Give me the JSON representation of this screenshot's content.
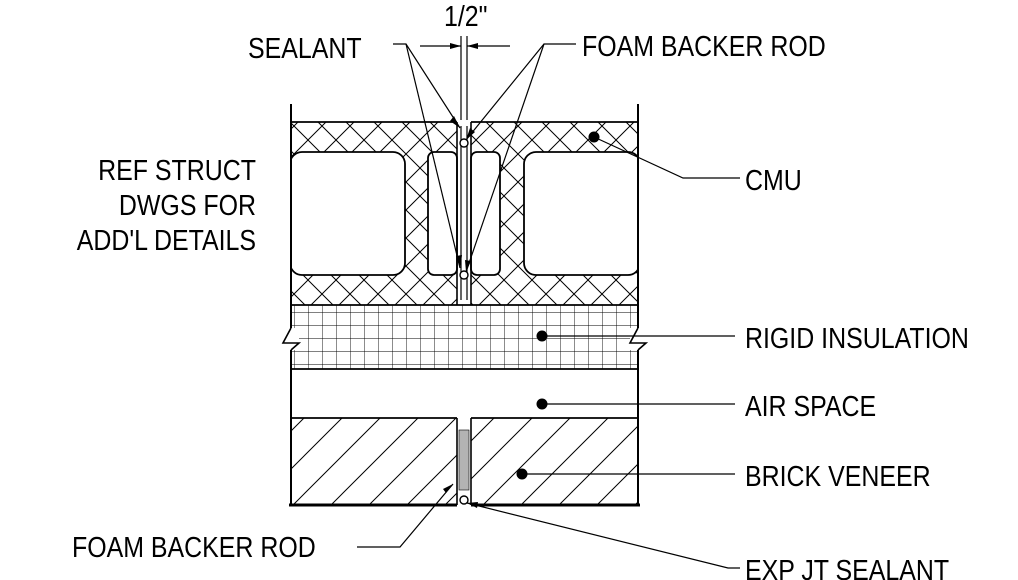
{
  "dimension": "1/2\"",
  "labels": {
    "sealant": "SEALANT",
    "foam_backer_rod_top": "FOAM BACKER ROD",
    "cmu": "CMU",
    "ref_note": [
      "REF STRUCT",
      "DWGS FOR",
      "ADD'L DETAILS"
    ],
    "rigid_insulation": "RIGID INSULATION",
    "air_space": "AIR SPACE",
    "brick_veneer": "BRICK VENEER",
    "foam_backer_rod_bottom": "FOAM BACKER ROD",
    "exp_jt_sealant": "EXP JT SEALANT"
  },
  "colors": {
    "line": "#000000",
    "sealant_fill": "#b3b3b3",
    "background": "#ffffff"
  }
}
